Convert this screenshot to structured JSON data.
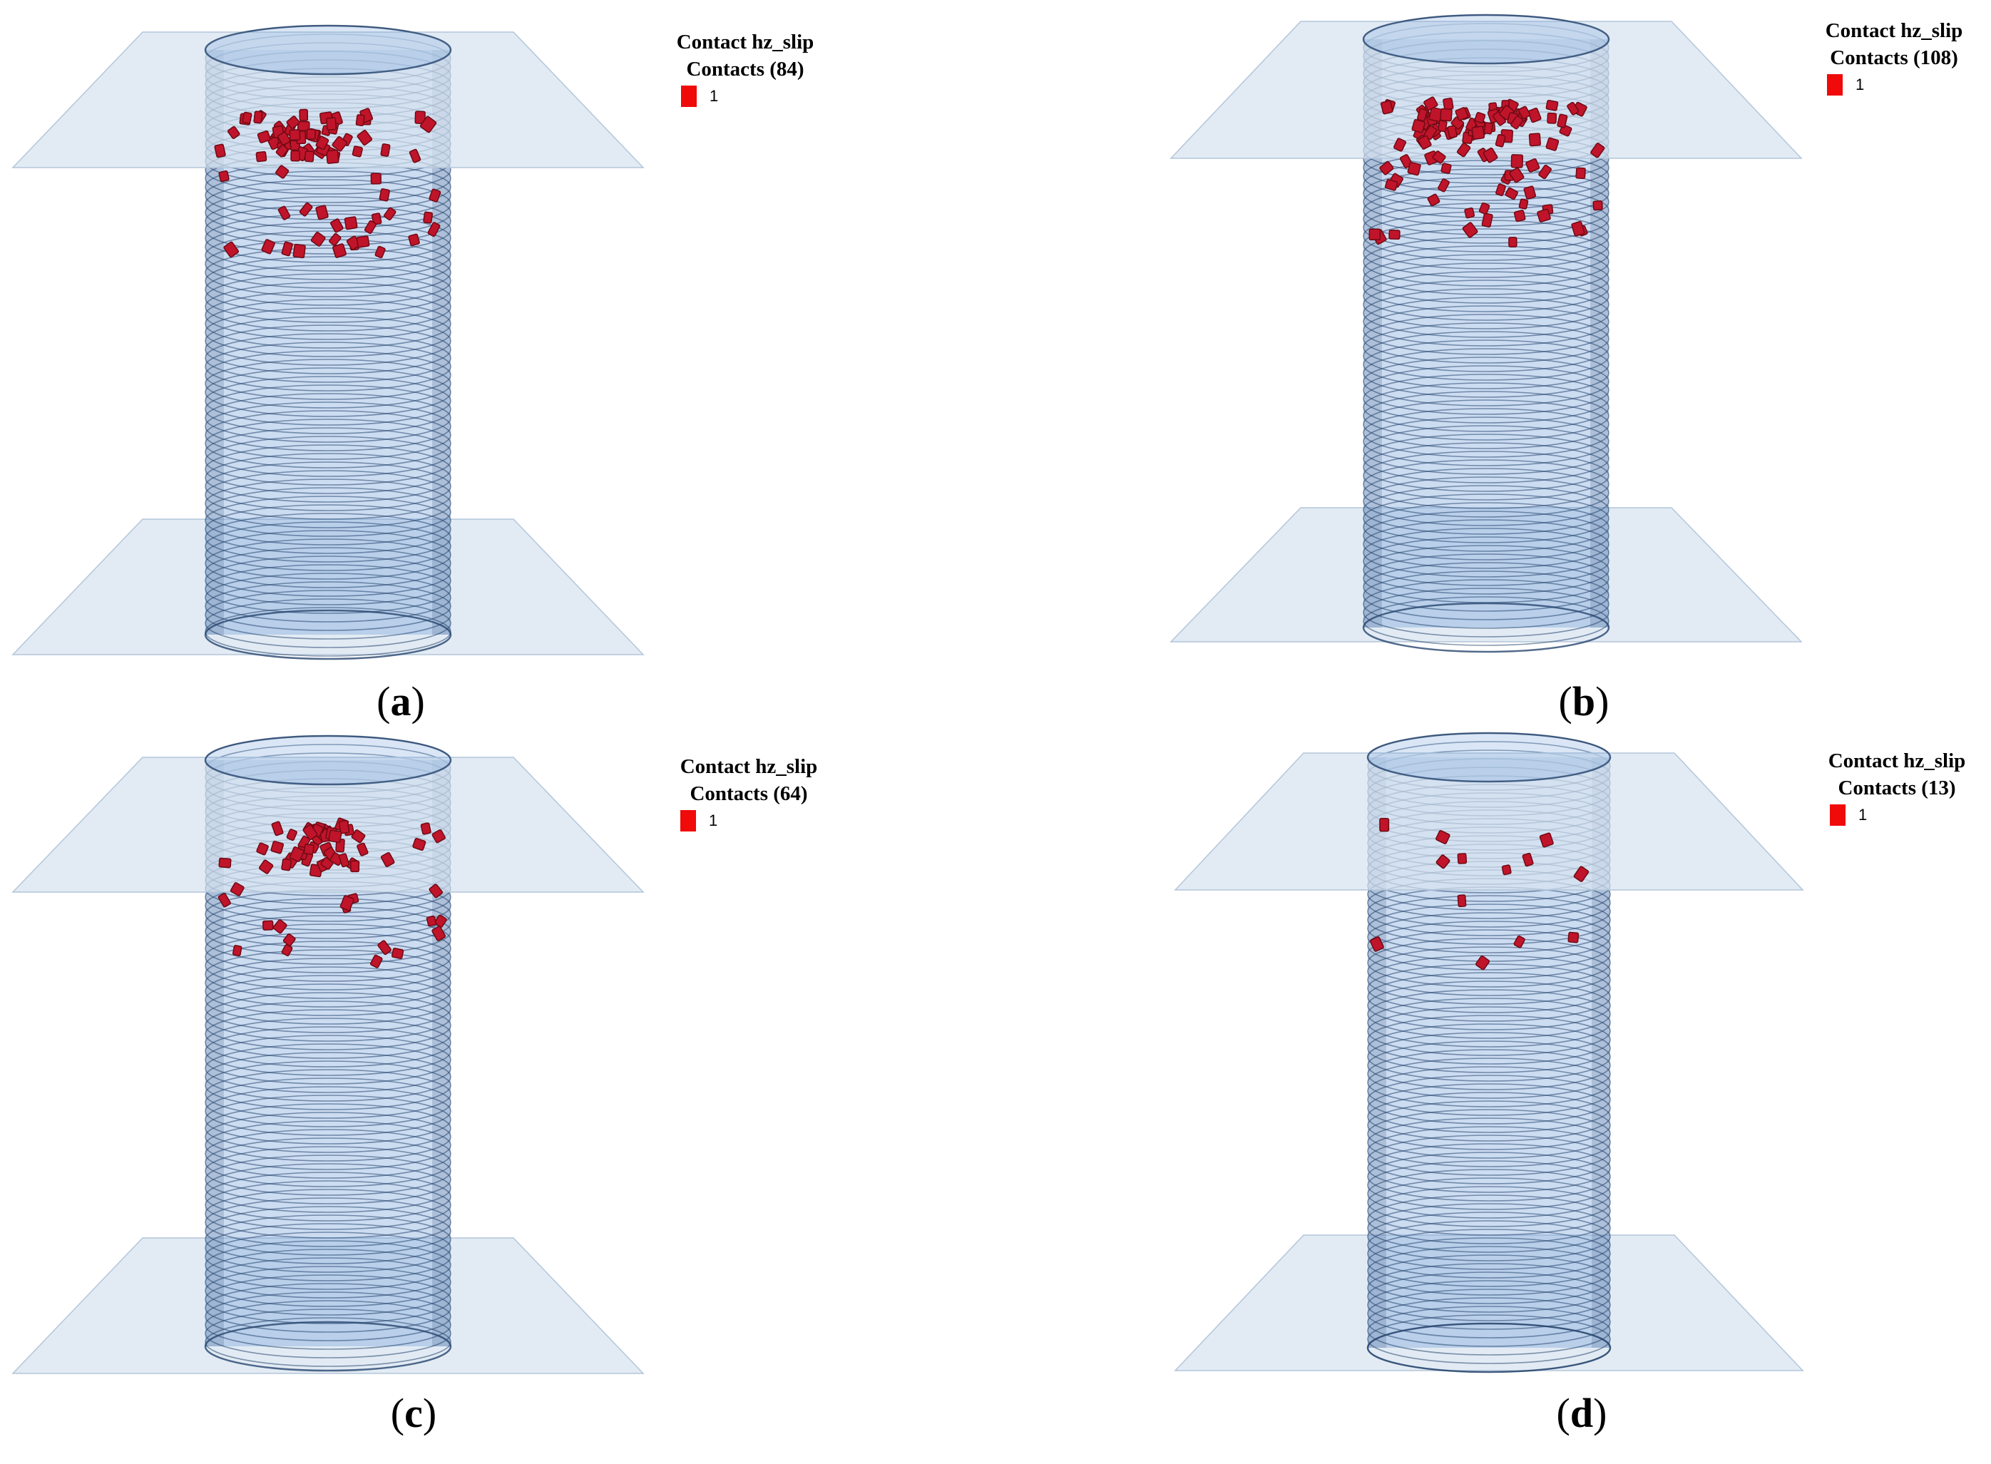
{
  "legend_colors": {
    "contact": "#f00a0a",
    "particle_fill": "#c0142a",
    "particle_dark": "#6e0a14"
  },
  "scene_colors": {
    "cylinder_fill": "#6d9ad6",
    "cylinder_line": "#27456e",
    "plate_fill": "#d6e2ef",
    "plate_line": "#b3c6da"
  },
  "panels": [
    {
      "id": "a",
      "legend": {
        "line1": "Contact hz_slip",
        "line2": "Contacts (84)",
        "key": "1"
      },
      "caption": {
        "open": "(",
        "letter": "a",
        "close": ")"
      },
      "contacts": 84
    },
    {
      "id": "b",
      "legend": {
        "line1": "Contact hz_slip",
        "line2": "Contacts (108)",
        "key": "1"
      },
      "caption": {
        "open": "(",
        "letter": "b",
        "close": ")"
      },
      "contacts": 108
    },
    {
      "id": "c",
      "legend": {
        "line1": "Contact hz_slip",
        "line2": "Contacts (64)",
        "key": "1"
      },
      "caption": {
        "open": "(",
        "letter": "c",
        "close": ")"
      },
      "contacts": 64
    },
    {
      "id": "d",
      "legend": {
        "line1": "Contact hz_slip",
        "line2": "Contacts (13)",
        "key": "1"
      },
      "caption": {
        "open": "(",
        "letter": "d",
        "close": ")"
      },
      "contacts": 13
    }
  ]
}
